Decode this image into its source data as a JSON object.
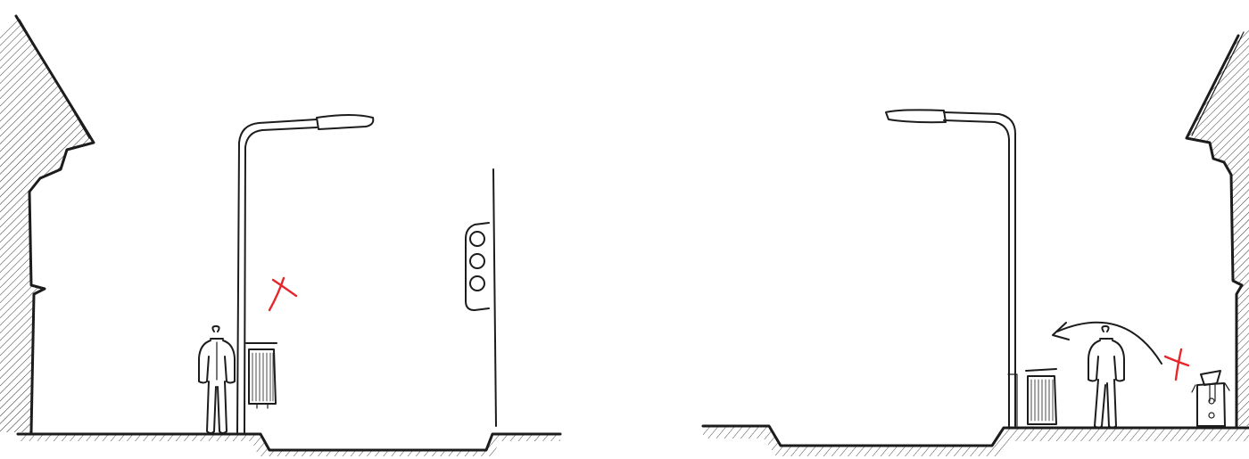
{
  "scene": {
    "colors": {
      "ink": "#1c1c1c",
      "mark": "#e8262a",
      "paper": "#ffffff"
    },
    "panels": [
      {
        "id": "before",
        "elements": [
          "building-facade",
          "street-lamp",
          "pedestrian",
          "litter-bin",
          "traffic-light",
          "curb-drop",
          "street-surface"
        ],
        "marks": [
          "cross-mark"
        ]
      },
      {
        "id": "after",
        "elements": [
          "street-lamp",
          "litter-bin",
          "pedestrian",
          "recycling-container",
          "building-facade",
          "street-surface",
          "curb-drop"
        ],
        "marks": [
          "cross-mark",
          "relocation-arrow"
        ]
      }
    ]
  }
}
